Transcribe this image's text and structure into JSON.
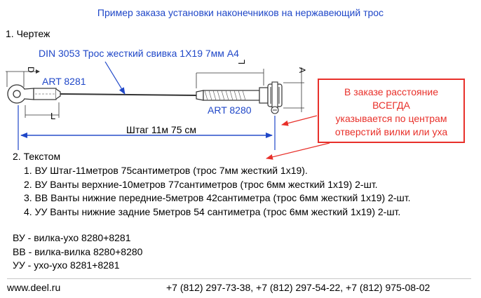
{
  "title": "Пример заказа установки наконечников на нержавеющий трос",
  "section_drawing": "1. Чертеж",
  "cable_callout": "DIN 3053 Трос жесткий свивка 1Х19 7мм А4",
  "art_left": "ART 8281",
  "art_right": "ART 8280",
  "dim_d": "D",
  "dim_a": "A",
  "dim_l": "L",
  "stay_length": "Штаг 11м 75 см",
  "notice": {
    "line1": "В заказе расстояние",
    "line2": "ВСЕГДА",
    "line3": "указывается по центрам",
    "line4": "отверстий вилки или уха"
  },
  "section_text": "2. Текстом",
  "orders": [
    "1. ВУ Штаг-11метров 75сантиметров (трос 7мм жесткий 1х19).",
    "2. ВУ Ванты верхние-10метров 77сантиметров (трос 6мм жесткий 1х19) 2-шт.",
    "3. ВВ Ванты нижние передние-5метров 42сантиметра (трос 6мм жесткий 1х19) 2-шт.",
    "4. УУ Ванты нижние задние 5метров 54 сантиметра (трос 6мм жесткий 1х19) 2-шт."
  ],
  "legend": [
    "ВУ - вилка-ухо  8280+8281",
    "ВВ - вилка-вилка  8280+8280",
    "УУ - ухо-ухо 8281+8281"
  ],
  "footer": {
    "website": "www.deel.ru",
    "phones": "+7 (812) 297-73-38, +7 (812) 297-54-22, +7 (812) 975-08-02"
  },
  "colors": {
    "blue": "#1f47c8",
    "red": "#e8302a",
    "line": "#333333"
  }
}
